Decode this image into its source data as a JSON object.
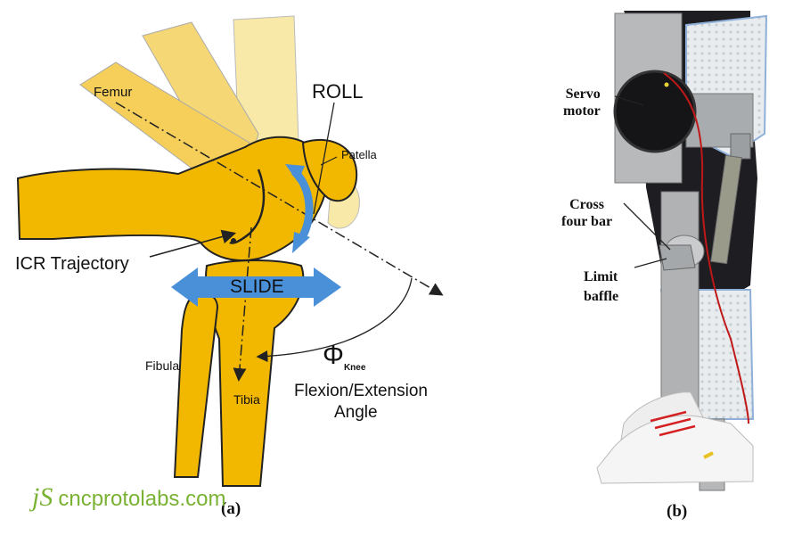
{
  "panel_a": {
    "caption": "(a)",
    "labels": {
      "femur": "Femur",
      "roll": "ROLL",
      "patella": "Patella",
      "icr": "ICR Trajectory",
      "slide": "SLIDE",
      "fibula": "Fibula",
      "tibia": "Tibia",
      "phi": "Φ",
      "phi_sub": "Knee",
      "flexion": "Flexion/Extension",
      "angle": "Angle"
    },
    "colors": {
      "bone": "#f2b800",
      "bone_light": "#f6d776",
      "bone_pale": "#f8e9a8",
      "arrow": "#4a90d9",
      "outline": "#222222"
    }
  },
  "panel_b": {
    "caption": "(b)",
    "labels": {
      "servo_line1": "Servo",
      "servo_line2": "motor",
      "cross_line1": "Cross",
      "cross_line2": "four bar",
      "limit_line1": "Limit",
      "limit_line2": "baffle"
    }
  },
  "watermark": {
    "logo": "jS",
    "text": "cncprotolabs.com",
    "color": "#7ab234"
  }
}
